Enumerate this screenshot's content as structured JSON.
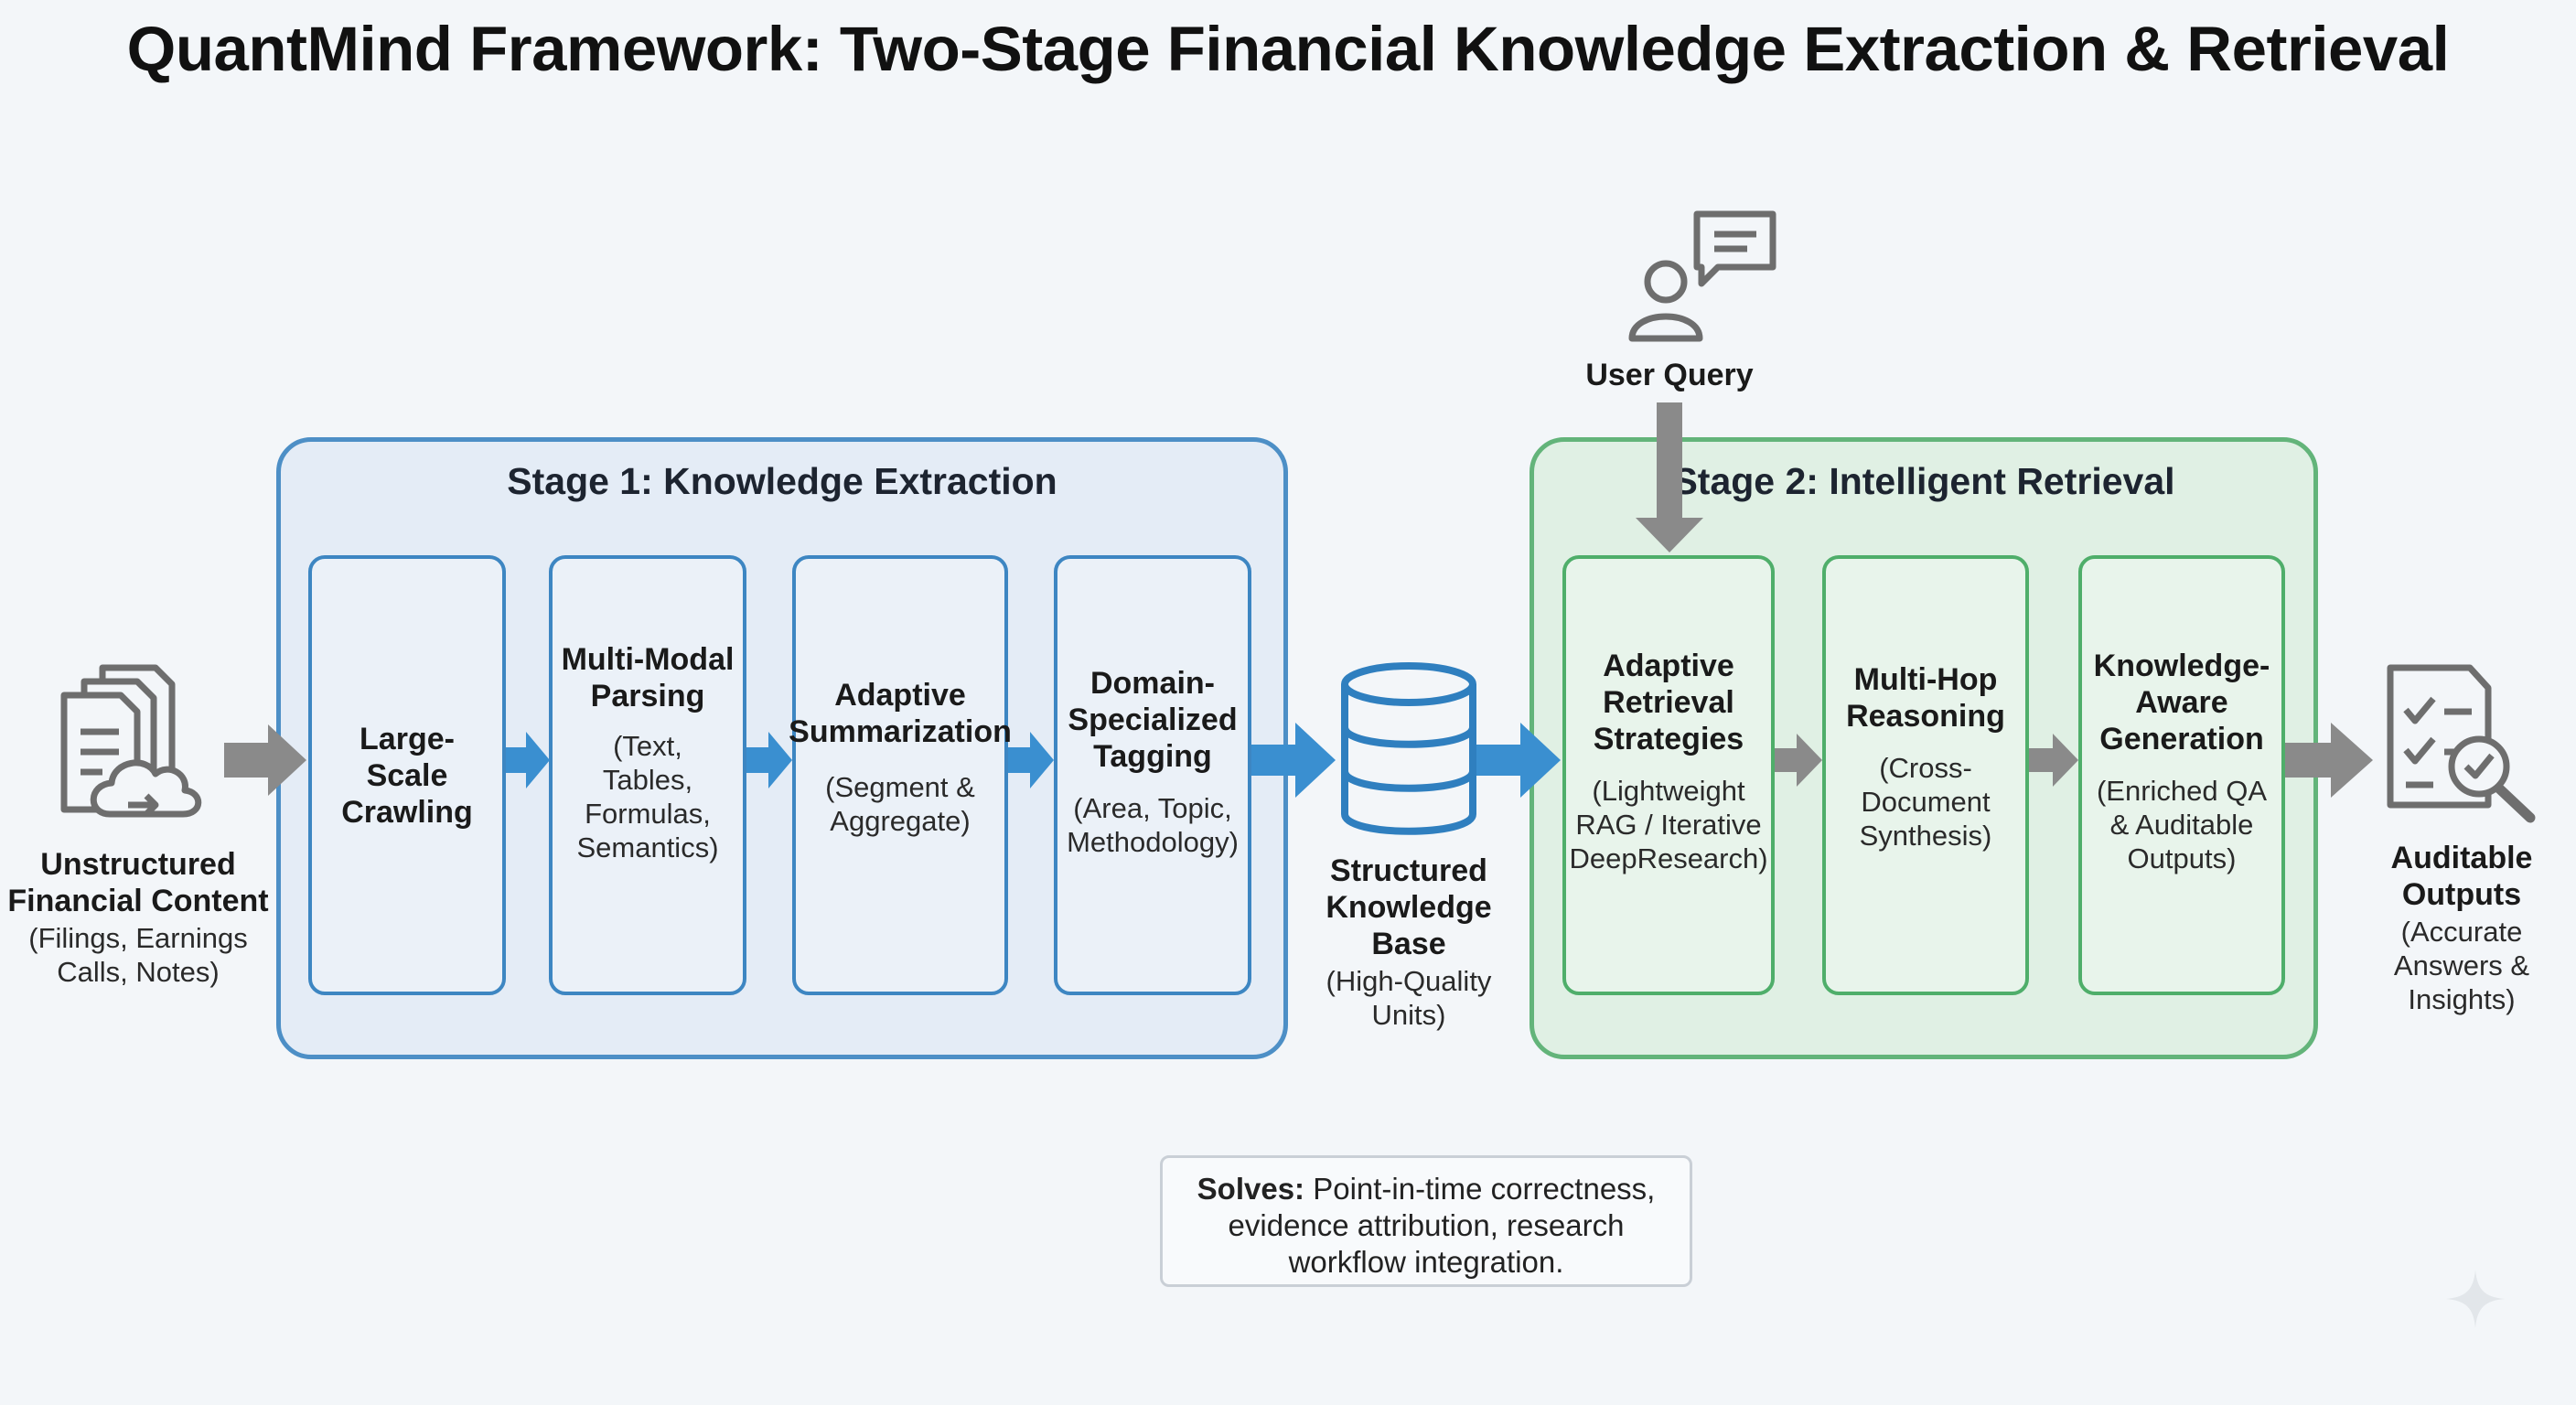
{
  "title": "QuantMind Framework: Two-Stage Financial Knowledge Extraction & Retrieval",
  "input": {
    "heading": "Unstructured Financial Content",
    "heading_line1": "Unstructured",
    "heading_line2": "Financial Content",
    "sub_line1": "(Filings, Earnings",
    "sub_line2": "Calls, Notes)"
  },
  "stage1": {
    "title": "Stage 1: Knowledge Extraction",
    "steps": [
      {
        "title_lines": [
          "Large-Scale",
          "Crawling"
        ],
        "sub_lines": []
      },
      {
        "title_lines": [
          "Multi-Modal",
          "Parsing"
        ],
        "sub_lines": [
          "(Text,",
          "Tables,",
          "Formulas,",
          "Semantics)"
        ]
      },
      {
        "title_lines": [
          "Adaptive",
          "Summarization"
        ],
        "sub_lines": [
          "(Segment &",
          "Aggregate)"
        ]
      },
      {
        "title_lines": [
          "Domain-",
          "Specialized",
          "Tagging"
        ],
        "sub_lines": [
          "(Area, Topic,",
          "Methodology)"
        ]
      }
    ]
  },
  "knowledge_base": {
    "title_lines": [
      "Structured",
      "Knowledge",
      "Base"
    ],
    "sub_lines": [
      "(High-Quality",
      "Units)"
    ]
  },
  "user_query": {
    "label": "User Query"
  },
  "stage2": {
    "title": "Stage 2: Intelligent Retrieval",
    "steps": [
      {
        "title_lines": [
          "Adaptive",
          "Retrieval",
          "Strategies"
        ],
        "sub_lines": [
          "(Lightweight",
          "RAG / Iterative",
          "DeepResearch)"
        ]
      },
      {
        "title_lines": [
          "Multi-Hop",
          "Reasoning"
        ],
        "sub_lines": [
          "(Cross-",
          "Document",
          "Synthesis)"
        ]
      },
      {
        "title_lines": [
          "Knowledge-",
          "Aware",
          "Generation"
        ],
        "sub_lines": [
          "(Enriched QA",
          "& Auditable",
          "Outputs)"
        ]
      }
    ]
  },
  "output": {
    "title_lines": [
      "Auditable",
      "Outputs"
    ],
    "sub_lines": [
      "(Accurate",
      "Answers &",
      "Insights)"
    ]
  },
  "solves": {
    "label": "Solves:",
    "line1": "Point-in-time correctness,",
    "line2": "evidence attribution, research",
    "line3": "workflow integration."
  },
  "colors": {
    "stage1_border": "#4d8fc6",
    "stage1_fill": "#e4ecf6",
    "stage2_border": "#63b47a",
    "stage2_fill": "#e0f0e4",
    "arrow_blue": "#3a8fd0",
    "arrow_gray": "#8a8a8a",
    "icon_gray": "#6e6e6e",
    "db_blue": "#2f7fbf"
  },
  "icons": [
    "documents-cloud-icon",
    "database-icon",
    "user-chat-icon",
    "checklist-search-icon",
    "sparkle-icon"
  ]
}
